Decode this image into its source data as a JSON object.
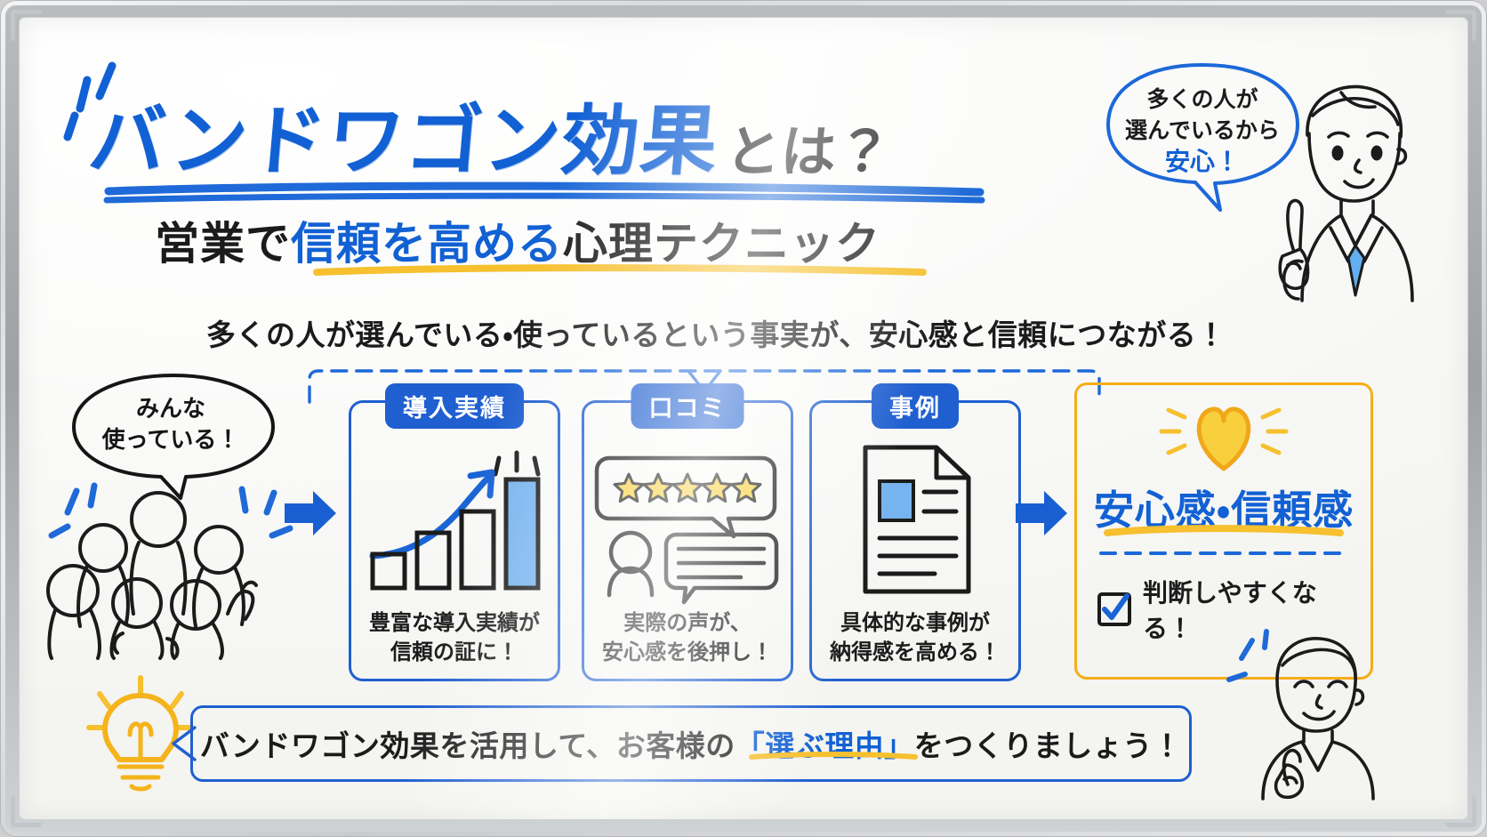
{
  "board": {
    "title": {
      "main": "バンドワゴン効果",
      "suffix": "とは？"
    },
    "subtitle": {
      "part1": "営業で",
      "highlight": "信頼を高める",
      "part2": "心理テクニック"
    },
    "lead": "多くの人が選んでいる・使っているという事実が、安心感と信頼につながる！",
    "presenter_bubble": {
      "line1": "多くの人が",
      "line2": "選んでいるから",
      "line3": "安心！"
    },
    "crowd_bubble": {
      "line1": "みんな",
      "line2": "使っている！"
    },
    "cards": [
      {
        "chip": "導入実績",
        "icon": "bar-chart-growth-icon",
        "caption_line1": "豊富な導入実績が",
        "caption_line2": "信頼の証に！"
      },
      {
        "chip": "口コミ",
        "icon": "five-star-review-icon",
        "caption_line1": "実際の声が、",
        "caption_line2": "安心感を後押し！"
      },
      {
        "chip": "事例",
        "icon": "case-document-icon",
        "caption_line1": "具体的な事例が",
        "caption_line2": "納得感を高める！"
      }
    ],
    "result": {
      "icon": "heart-icon",
      "title": "安心感・信頼感",
      "check_label": "判断しやすくなる！"
    },
    "banner": {
      "part1": "バンドワゴン効果を活用して、お客様の",
      "highlight": "「選ぶ理由」",
      "part2": "をつくりましょう！"
    },
    "colors": {
      "marker_blue": "#1261d4",
      "chip_blue": "#1f5fd0",
      "marker_yellow": "#f5ae18",
      "ink_black": "#1b1b1b",
      "board_white": "#fbfbfa",
      "frame_gray": "#b9bcbf"
    }
  }
}
